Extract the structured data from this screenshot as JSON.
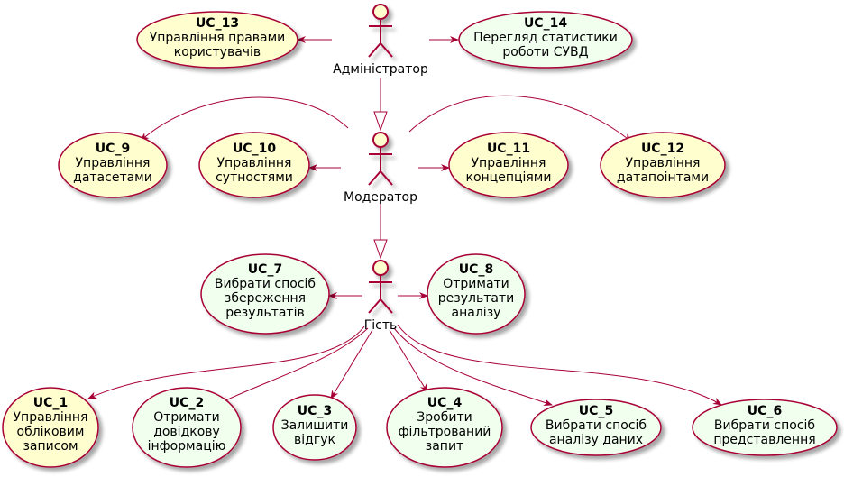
{
  "colors": {
    "arrow": "#A80036",
    "ellipse_stroke": "#A80036",
    "fill_yellow": "#FEFECE",
    "fill_green": "#F1FFEF",
    "actor_fill": "#FEFECE"
  },
  "actors": {
    "admin": "Адміністратор",
    "moderator": "Модератор",
    "guest": "Гість"
  },
  "use_cases": {
    "uc13": {
      "id": "UC_13",
      "lines": [
        "Управління правами",
        "користувачів"
      ],
      "color": "yellow"
    },
    "uc14": {
      "id": "UC_14",
      "lines": [
        "Перегляд статистики",
        "роботи СУВД"
      ],
      "color": "green"
    },
    "uc9": {
      "id": "UC_9",
      "lines": [
        "Управління",
        "датасетами"
      ],
      "color": "yellow"
    },
    "uc10": {
      "id": "UC_10",
      "lines": [
        "Управління",
        "сутностями"
      ],
      "color": "yellow"
    },
    "uc11": {
      "id": "UC_11",
      "lines": [
        "Управління",
        "концепціями"
      ],
      "color": "yellow"
    },
    "uc12": {
      "id": "UC_12",
      "lines": [
        "Управління",
        "датапоінтами"
      ],
      "color": "yellow"
    },
    "uc7": {
      "id": "UC_7",
      "lines": [
        "Вибрати спосіб",
        "збереження",
        "результатів"
      ],
      "color": "green"
    },
    "uc8": {
      "id": "UC_8",
      "lines": [
        "Отримати",
        "результати",
        "аналізу"
      ],
      "color": "green"
    },
    "uc1": {
      "id": "UC_1",
      "lines": [
        "Управління",
        "обліковим",
        "записом"
      ],
      "color": "yellow"
    },
    "uc2": {
      "id": "UC_2",
      "lines": [
        "Отримати",
        "довідкову",
        "інформацію"
      ],
      "color": "green"
    },
    "uc3": {
      "id": "UC_3",
      "lines": [
        "Залишити",
        "відгук"
      ],
      "color": "green"
    },
    "uc4": {
      "id": "UC_4",
      "lines": [
        "Зробити",
        "фільтрований",
        "запит"
      ],
      "color": "green"
    },
    "uc5": {
      "id": "UC_5",
      "lines": [
        "Вибрати спосіб",
        "аналізу даних"
      ],
      "color": "green"
    },
    "uc6": {
      "id": "UC_6",
      "lines": [
        "Вибрати спосіб",
        "представлення"
      ],
      "color": "green"
    }
  }
}
